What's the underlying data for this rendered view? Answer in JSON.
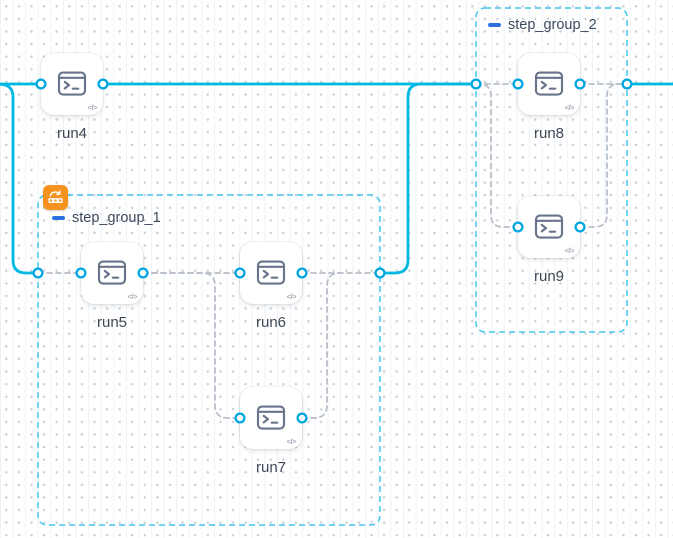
{
  "canvas": {
    "name": "workflow-graph-canvas"
  },
  "nodes": [
    {
      "id": "run4",
      "label": "run4",
      "icon": "terminal-icon"
    },
    {
      "id": "run5",
      "label": "run5",
      "icon": "terminal-icon"
    },
    {
      "id": "run6",
      "label": "run6",
      "icon": "terminal-icon"
    },
    {
      "id": "run7",
      "label": "run7",
      "icon": "terminal-icon"
    },
    {
      "id": "run8",
      "label": "run8",
      "icon": "terminal-icon"
    },
    {
      "id": "run9",
      "label": "run9",
      "icon": "terminal-icon"
    }
  ],
  "groups": [
    {
      "id": "step_group_1",
      "label": "step_group_1",
      "collapse_icon": "minus-icon",
      "badge_icon": "loop-badge-icon"
    },
    {
      "id": "step_group_2",
      "label": "step_group_2",
      "collapse_icon": "minus-icon"
    }
  ],
  "icons": {
    "code_badge": "</>"
  },
  "colors": {
    "edge_solid": "#00b9e2",
    "edge_dashed": "#b9bec8",
    "port_ring": "#00a6e0",
    "group_border": "#44c6ee",
    "badge_orange": "#f6921e",
    "collapse_blue": "#2e6fe0",
    "icon_stroke": "#68748a",
    "label_text": "#3e4756"
  }
}
